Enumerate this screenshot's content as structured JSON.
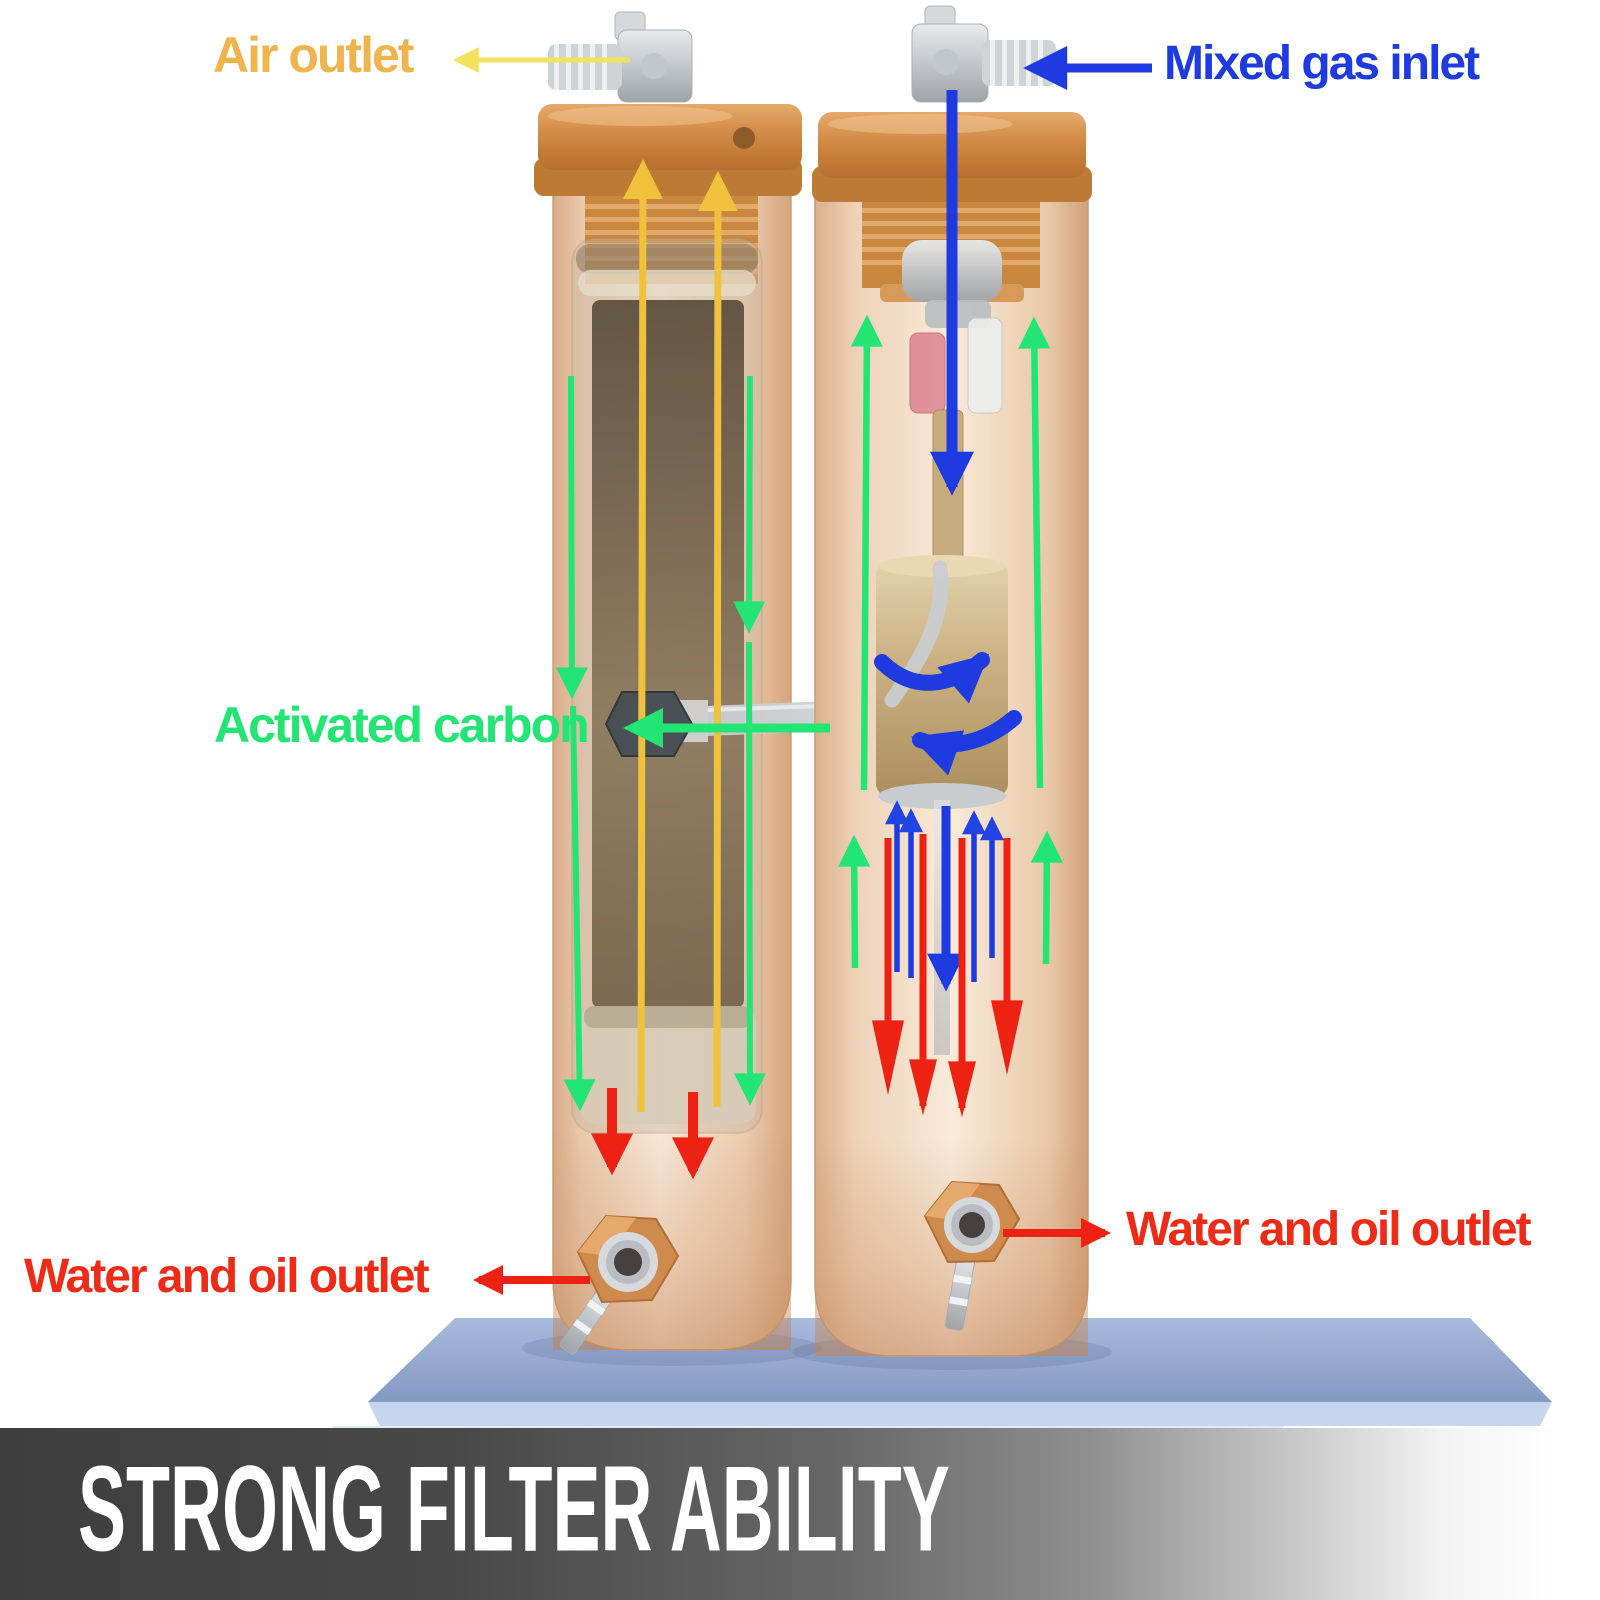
{
  "labels": {
    "air_outlet": "Air outlet",
    "mixed_gas_inlet": "Mixed gas inlet",
    "activated_carbon": "Activated carbon",
    "water_oil_outlet_left": "Water and oil outlet",
    "water_oil_outlet_right": "Water and oil outlet"
  },
  "banner": {
    "title": "STRONG FILTER ABILITY"
  },
  "colors": {
    "air_outlet_label": "#efb44c",
    "air_outlet_arrow": "#f3e25e",
    "air_flow_arrow": "#f0c23c",
    "mixed_gas": "#1d3be0",
    "clean_air": "#22e573",
    "water_oil": "#ee2213",
    "copper_cap": "#c9873f",
    "cylinder_body": "#f6e3d2",
    "base_plate": "#9db1d6",
    "banner_background_left": "#3e3e3e",
    "banner_text": "#ffffff"
  }
}
